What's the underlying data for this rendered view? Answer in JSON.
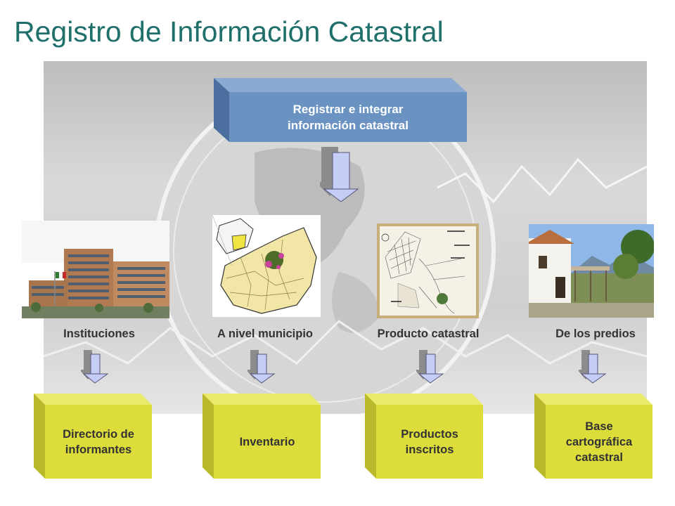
{
  "title": "Registro de Información Catastral",
  "top_process": {
    "line1": "Registrar e integrar",
    "line2": "información catastral"
  },
  "categories": [
    {
      "label": "Instituciones",
      "photo": "institutional-building-photo"
    },
    {
      "label": "A nivel municipio",
      "photo": "municipal-map"
    },
    {
      "label": "Producto catastral",
      "photo": "cadastral-map"
    },
    {
      "label": "De los predios",
      "photo": "property-house-photo"
    }
  ],
  "outputs": [
    {
      "lines": [
        "Directorio de",
        "informantes"
      ]
    },
    {
      "lines": [
        "Inventario"
      ]
    },
    {
      "lines": [
        "Productos",
        "inscritos"
      ]
    },
    {
      "lines": [
        "Base",
        "cartográfica",
        "catastral"
      ]
    }
  ],
  "colors": {
    "title": "#1f6f6b",
    "top_box_front": "#6b93c2",
    "top_box_top": "#8aaad2",
    "top_box_side": "#4a6f9e",
    "arrow_fill": "#c5ccf5",
    "arrow_shadow": "#8c8c8c",
    "output_front": "#dcdc3a",
    "output_top": "#eaea6a",
    "output_side": "#b8b82a"
  }
}
